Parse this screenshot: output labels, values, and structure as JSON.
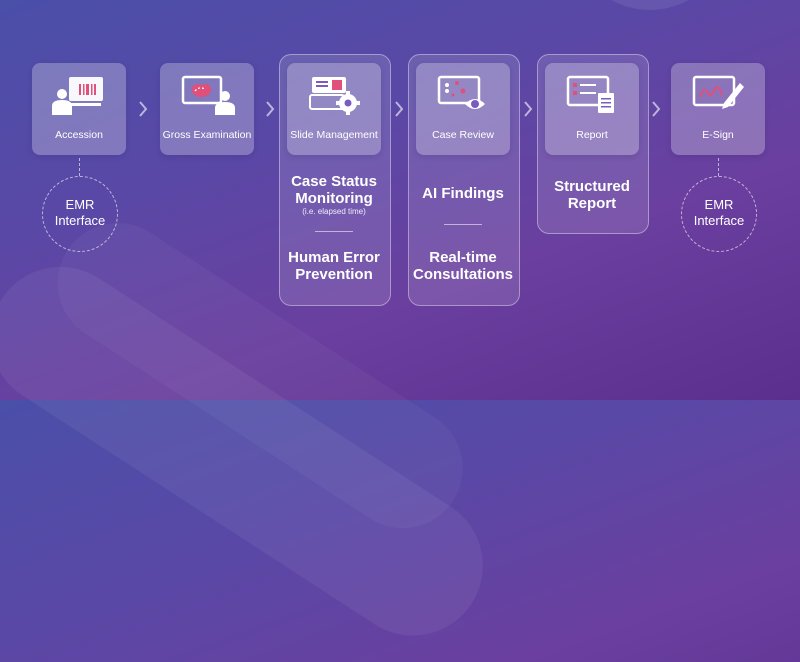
{
  "steps": [
    {
      "label": "Accession",
      "icon": "person-at-computer-icon"
    },
    {
      "label": "Gross Examination",
      "icon": "person-at-monitor-icon"
    },
    {
      "label": "Slide Management",
      "icon": "slides-gear-icon"
    },
    {
      "label": "Case Review",
      "icon": "screen-eye-icon"
    },
    {
      "label": "Report",
      "icon": "report-documents-icon"
    },
    {
      "label": "E-Sign",
      "icon": "signature-pen-icon"
    }
  ],
  "slide_management": {
    "feature1_line1": "Case Status",
    "feature1_line2": "Monitoring",
    "feature1_note": "(i.e. elapsed time)",
    "feature2_line1": "Human Error",
    "feature2_line2": "Prevention"
  },
  "case_review": {
    "feature1": "AI Findings",
    "feature2_line1": "Real-time",
    "feature2_line2": "Consultations"
  },
  "report": {
    "feature1_line1": "Structured",
    "feature1_line2": "Report"
  },
  "emr_left": {
    "line1": "EMR",
    "line2": "Interface"
  },
  "emr_right": {
    "line1": "EMR",
    "line2": "Interface"
  }
}
